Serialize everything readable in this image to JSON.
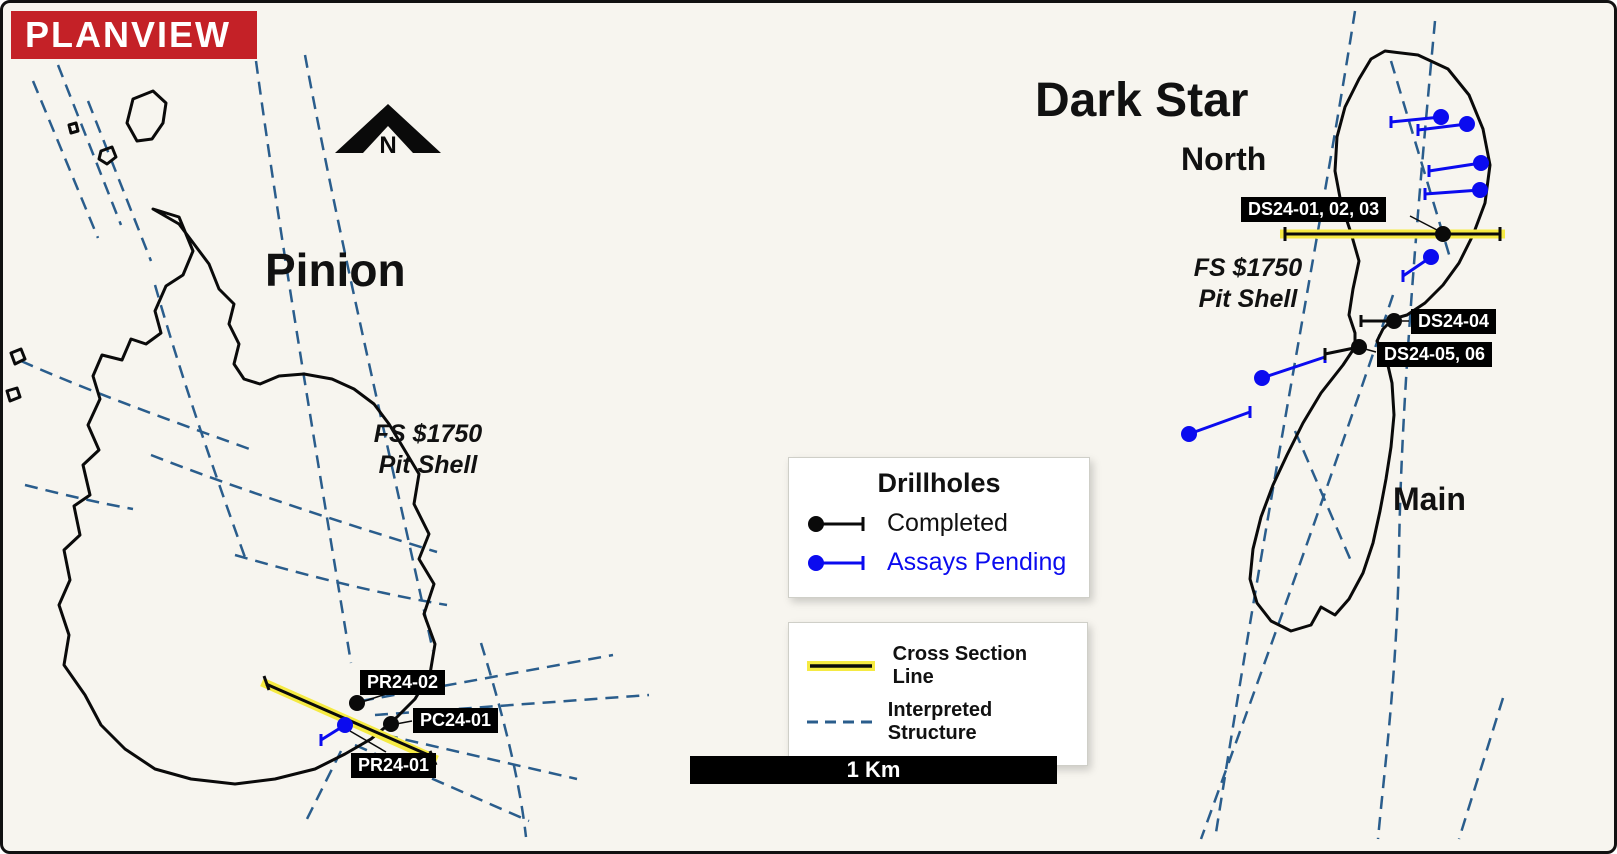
{
  "badge": {
    "label": "PLANVIEW"
  },
  "north_arrow": {
    "label": "N"
  },
  "pinion": {
    "title": "Pinion",
    "pit_shell_line1": "FS $1750",
    "pit_shell_line2": "Pit Shell",
    "drillholes": {
      "pr24_02": "PR24-02",
      "pc24_01": "PC24-01",
      "pr24_01": "PR24-01"
    }
  },
  "dark_star": {
    "title": "Dark Star",
    "north_label": "North",
    "main_label": "Main",
    "pit_shell_line1": "FS $1750",
    "pit_shell_line2": "Pit Shell",
    "drillholes": {
      "ds24_01_02_03": "DS24-01, 02, 03",
      "ds24_04": "DS24-04",
      "ds24_05_06": "DS24-05, 06"
    }
  },
  "legend_drillholes": {
    "title": "Drillholes",
    "completed": "Completed",
    "assays_pending": "Assays Pending"
  },
  "legend_lines": {
    "cross_section": "Cross Section Line",
    "interpreted_structure": "Interpreted Structure"
  },
  "scale_bar": {
    "label": "1 Km"
  },
  "colors": {
    "background": "#f7f5ef",
    "badge_red": "#c42127",
    "pending_blue": "#0b0bef",
    "structure_blue": "#2a5d8c",
    "section_yellow": "#f5ea43",
    "outline_black": "#0a0a0a"
  }
}
